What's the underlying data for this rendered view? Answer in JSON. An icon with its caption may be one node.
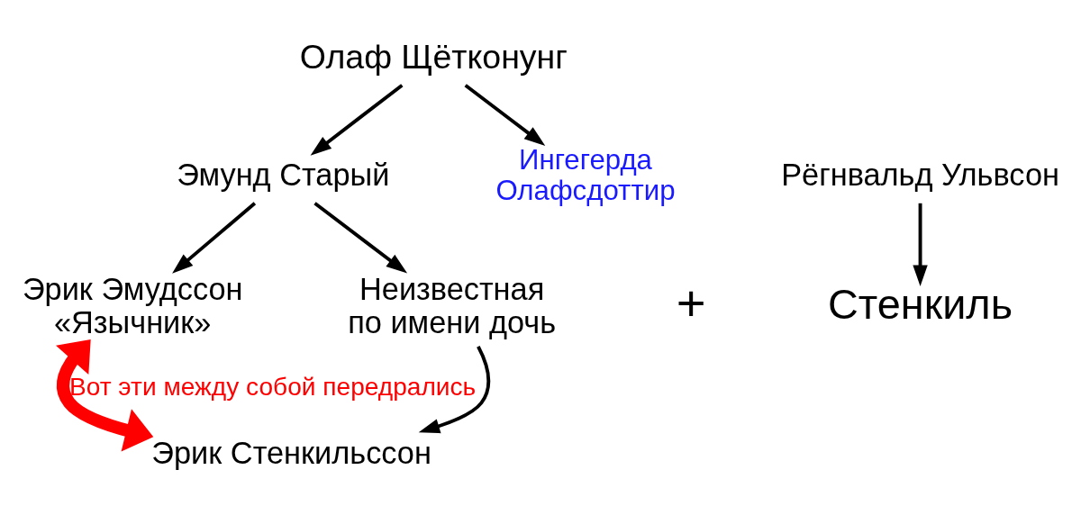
{
  "diagram": {
    "nodes": [
      {
        "text": [
          "Олаф Щётконунг"
        ]
      },
      {
        "text": [
          "Эмунд Старый"
        ]
      },
      {
        "text": [
          "Ингегерда Олафсдоттир"
        ]
      },
      {
        "text": [
          "Рёгнвальд Ульвсон"
        ]
      },
      {
        "text": [
          "Эрик Эмудссон «Язычник»"
        ]
      },
      {
        "text": [
          "Неизвестная по имени дочь"
        ]
      },
      {
        "text": [
          "Стенкиль"
        ]
      },
      {
        "text": [
          "Эрик Стенкильссон"
        ]
      }
    ],
    "edges": [
      {
        "from": 0,
        "to": 1,
        "arrow": "to"
      },
      {
        "from": 0,
        "to": 2,
        "arrow": "to"
      },
      {
        "from": 1,
        "to": 4,
        "arrow": "to"
      },
      {
        "from": 1,
        "to": 5,
        "arrow": "to"
      },
      {
        "from": 3,
        "to": 6,
        "arrow": "to"
      },
      {
        "from": 5,
        "to": 7,
        "arrow": "to"
      },
      {
        "from": 4,
        "to": 7,
        "arrow": "both",
        "label": "Вот эти между собой передрались",
        "style": "thick",
        "color": "#ff0000"
      }
    ],
    "labels": [
      "+"
    ]
  }
}
